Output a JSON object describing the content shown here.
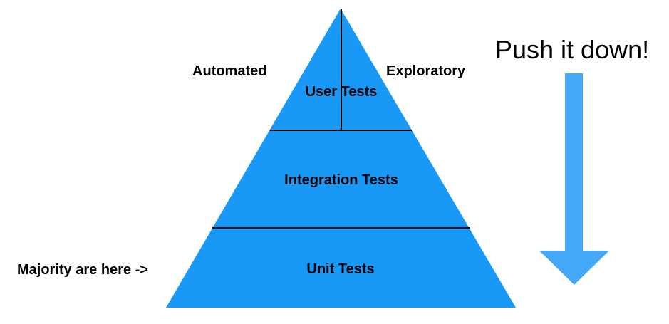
{
  "diagram": {
    "layers": [
      {
        "name": "User Tests",
        "split_labels": {
          "left": "Automated",
          "right": "Exploratory"
        }
      },
      {
        "name": "Integration Tests"
      },
      {
        "name": "Unit Tests",
        "side_note": "Majority are here ->"
      }
    ],
    "arrow_label": "Push it down!",
    "colors": {
      "pyramid_fill": "#1899f8",
      "arrow_fill": "#42a8f7",
      "line": "#000000",
      "text": "#000000"
    }
  }
}
